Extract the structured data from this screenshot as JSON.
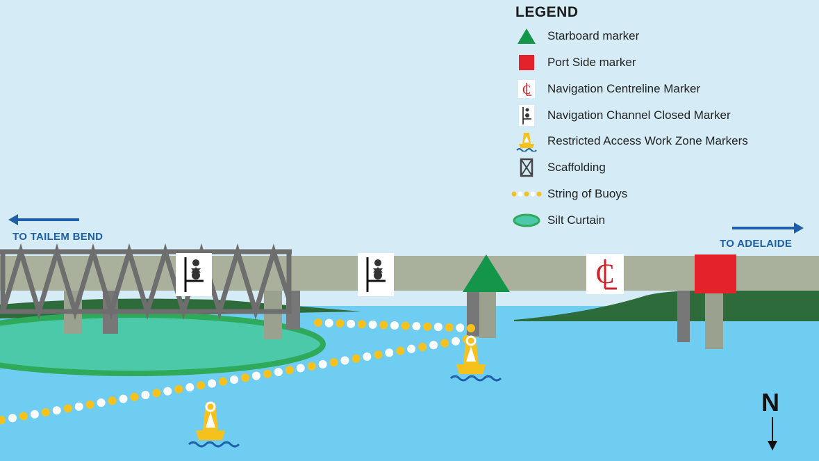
{
  "legend": {
    "title": "LEGEND",
    "items": [
      {
        "label": "Starboard marker",
        "icon": "starboard-marker-icon"
      },
      {
        "label": "Port Side marker",
        "icon": "port-side-marker-icon"
      },
      {
        "label": "Navigation Centreline Marker",
        "icon": "centreline-marker-icon"
      },
      {
        "label": "Navigation Channel Closed Marker",
        "icon": "channel-closed-marker-icon"
      },
      {
        "label": "Restricted Access Work Zone Markers",
        "icon": "work-zone-buoy-icon"
      },
      {
        "label": "Scaffolding",
        "icon": "scaffolding-icon"
      },
      {
        "label": "String of Buoys",
        "icon": "buoy-string-icon"
      },
      {
        "label": "Silt Curtain",
        "icon": "silt-curtain-icon"
      }
    ]
  },
  "directions": {
    "west": "TO TAILEM BEND",
    "east": "TO ADELAIDE"
  },
  "compass": {
    "north": "N"
  },
  "colors": {
    "sky": "#d5ecf7",
    "water": "#6fcdf2",
    "land": "#2e6b3a",
    "silt_curtain": "#2faa5a",
    "starboard": "#14964a",
    "port": "#e4222b",
    "buoy": "#f5c21d",
    "bridge": "#a9b19d",
    "truss": "#6e6e6e",
    "arrow": "#1e5fa8"
  }
}
